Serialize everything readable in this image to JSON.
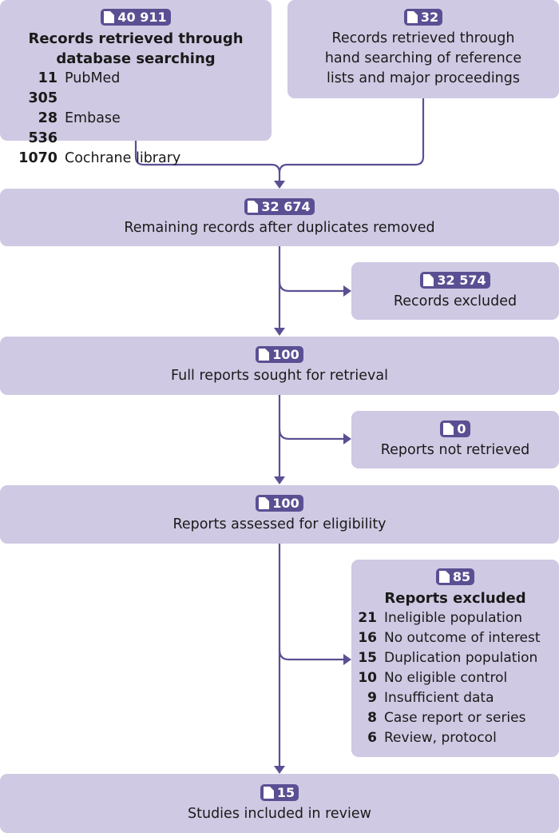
{
  "colors": {
    "box": "#cfc9e3",
    "badge": "#5b4f93",
    "line": "#5b4f93"
  },
  "icons": {
    "badge_icon": "document-icon"
  },
  "db_search": {
    "count": "40 911",
    "title_line1": "Records retrieved through",
    "title_line2": "database searching",
    "sources": [
      {
        "n": "11 305",
        "label": "PubMed"
      },
      {
        "n": "28 536",
        "label": "Embase"
      },
      {
        "n": "1070",
        "label": "Cochrane library"
      }
    ]
  },
  "hand_search": {
    "count": "32",
    "line1": "Records retrieved through",
    "line2": "hand searching of reference",
    "line3": "lists and major proceedings"
  },
  "dedup": {
    "count": "32 674",
    "label": "Remaining records after duplicates removed"
  },
  "records_excluded": {
    "count": "32 574",
    "label": "Records excluded"
  },
  "sought": {
    "count": "100",
    "label": "Full reports sought for retrieval"
  },
  "not_retrieved": {
    "count": "0",
    "label": "Reports not retrieved"
  },
  "assessed": {
    "count": "100",
    "label": "Reports assessed for eligibility"
  },
  "reports_excluded": {
    "count": "85",
    "title": "Reports excluded",
    "reasons": [
      {
        "n": "21",
        "label": "Ineligible population"
      },
      {
        "n": "16",
        "label": "No outcome of interest"
      },
      {
        "n": "15",
        "label": "Duplication population"
      },
      {
        "n": "10",
        "label": "No eligible control"
      },
      {
        "n": "9",
        "label": "Insufficient data"
      },
      {
        "n": "8",
        "label": "Case report or series"
      },
      {
        "n": "6",
        "label": "Review, protocol"
      }
    ]
  },
  "included": {
    "count": "15",
    "label": "Studies included in review"
  }
}
